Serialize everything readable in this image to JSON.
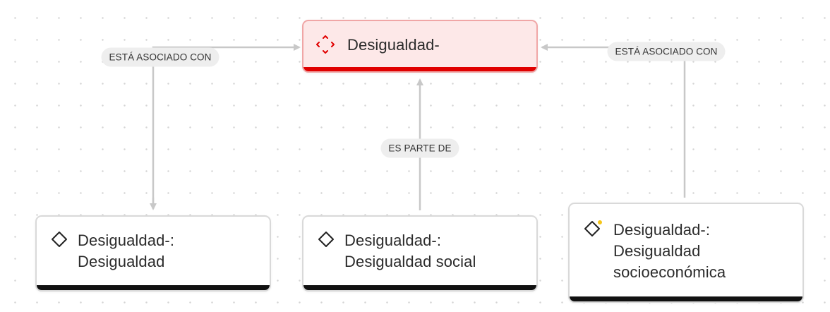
{
  "nodes": {
    "root": {
      "label": "Desigualdad-",
      "icon": "scope-target-icon",
      "accent": "#e00000"
    },
    "left": {
      "label": "Desigualdad-:\nDesigualdad",
      "icon": "diamond-icon"
    },
    "middle": {
      "label": "Desigualdad-:\nDesigualdad social",
      "icon": "diamond-icon"
    },
    "right": {
      "label": "Desigualdad-:\nDesigualdad\nsocioeconómica",
      "icon": "diamond-with-dot-icon",
      "dot_color": "#f5c518"
    }
  },
  "edges": {
    "left": {
      "label": "ESTÁ ASOCIADO CON"
    },
    "middle": {
      "label": "ES PARTE DE"
    },
    "right": {
      "label": "ESTÁ ASOCIADO CON"
    }
  },
  "colors": {
    "edge": "#c8c8c8",
    "pill_bg": "#eeeeee",
    "node_border": "#d9d9d9",
    "root_bg": "#fde8e8"
  }
}
